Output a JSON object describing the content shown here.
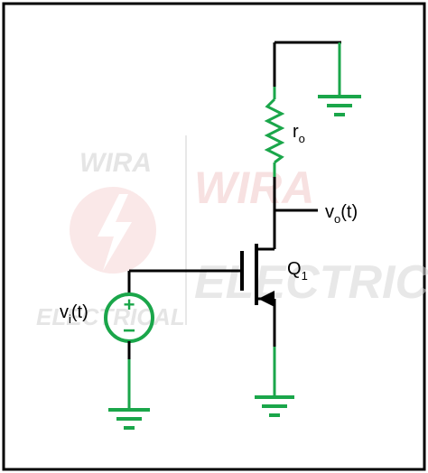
{
  "diagram": {
    "colors": {
      "wire_black": "#000000",
      "wire_green": "#1aa64a",
      "watermark": "#cccccc",
      "watermark_red": "#f2c9c9"
    },
    "labels": {
      "ro_main": "r",
      "ro_sub": "o",
      "vo_main": "v",
      "vo_sub": "o",
      "vo_tail": "(t)",
      "q_main": "Q",
      "q_sub": "1",
      "vi_main": "v",
      "vi_sub": "i",
      "vi_tail": "(t)",
      "plus": "+",
      "minus": "−"
    },
    "watermark": {
      "left_top": "WIRA",
      "left_bottom": "ELECTRICAL",
      "right_top": "WIRA",
      "right_bottom": "ELECTRICAL"
    }
  }
}
